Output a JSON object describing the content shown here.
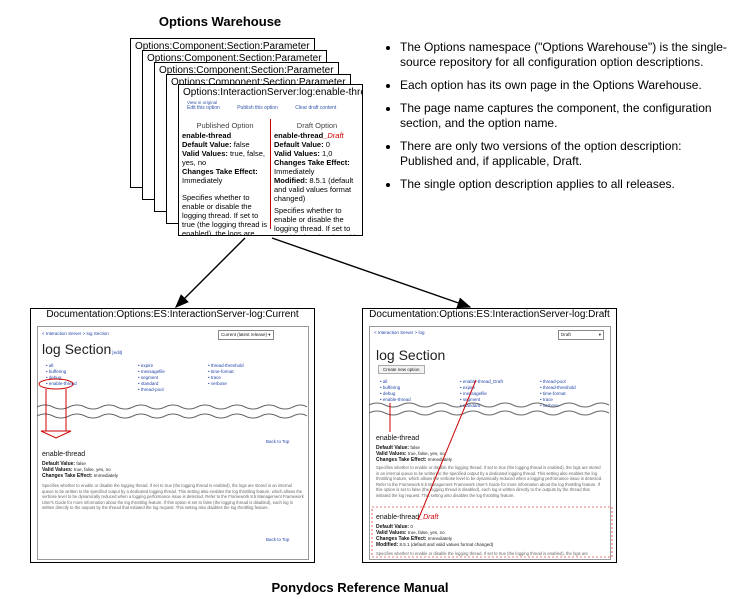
{
  "titles": {
    "top": "Options Warehouse",
    "bottom": "Ponydocs Reference Manual"
  },
  "stack": [
    "Options:Component:Section:Parameter",
    "Options:Component:Section:Parameter",
    "Options:Component:Section:Parameter",
    "Options:Component:Section:Parameter"
  ],
  "main_card": {
    "header": "Options:InteractionServer:log:enable-thread",
    "view_source": "View in original",
    "links": [
      "Edit this option",
      "Publish this option",
      "Clear draft content"
    ],
    "published": {
      "heading": "Published Option",
      "name": "enable-thread",
      "default_label": "Default Value:",
      "default_value": "false",
      "valid_label": "Valid Values:",
      "valid_value": "true, false, yes, no",
      "changes_label": "Changes Take Effect:",
      "changes_value": "Immediately",
      "description": "Specifies whether to enable or disable the logging thread. If set to true (the logging thread is enabled), the logs are stored in an internal queue..."
    },
    "draft": {
      "heading": "Draft Option",
      "name": "enable-thread",
      "draft_tag": "_Draft",
      "default_label": "Default Value:",
      "default_value": "0",
      "valid_label": "Valid Values:",
      "valid_value": "1,0",
      "changes_label": "Changes Take Effect:",
      "changes_value": "Immediately",
      "modified_label": "Modified:",
      "modified_value": "8.5.1 (default and valid values format changed)",
      "description": "Specifies whether to enable or disable the logging thread. If set to true (the logging thread is enabled), the logs are stored in an internal queue..."
    }
  },
  "bullets": [
    "The Options namespace (\"Options Warehouse\") is the single-source repository for all configuration option descriptions.",
    "Each option has its own page in the Options Warehouse.",
    "The page name captures the component, the configuration section, and the option name.",
    "There are only two versions of the option description: Published and, if applicable, Draft.",
    "The single option description applies to all releases."
  ],
  "doc_current": {
    "title": "Documentation:Options:ES:InteractionServer-log:Current",
    "breadcrumb": "< Interaction Server > log Section",
    "dropdown": "Current (latest release)",
    "section_title": "log Section",
    "edit": "[edit]",
    "col1": [
      "all",
      "buffering",
      "debug",
      "enable-thread"
    ],
    "col2": [
      "expire",
      "messagefile",
      "segment",
      "standard",
      "thread-pool"
    ],
    "col3": [
      "thread-threshold",
      "time-format",
      "trace",
      "verbose"
    ],
    "back_to_top": "Back to Top",
    "option_name": "enable-thread",
    "default_label": "Default Value:",
    "default_value": "false",
    "valid_label": "Valid Values:",
    "valid_value": "true, false, yes, no",
    "changes_label": "Changes Take Effect:",
    "changes_value": "Immediately",
    "paragraph": "Specifies whether to enable or disable the logging thread. If set to true (the logging thread is enabled), the logs are stored in an internal queue to be written to the specified output by a dedicated logging thread. This setting also enables the log throttling feature, which allows the verbose level to be dynamically reduced when a logging performance issue is detected. Refer to the Framework 8.5 Management Framework User's Guide for more information about the log throttling feature. If this option is set to false (the logging thread is disabled), each log is written directly to the outputs by the thread that initiated the log request. This setting also disables the log throttling feature."
  },
  "doc_draft": {
    "title": "Documentation:Options:ES:InteractionServer-log:Draft",
    "breadcrumb": "< Interaction Server > log",
    "dropdown": "Draft",
    "section_title": "log Section",
    "create_button": "Create new option",
    "col1": [
      "all",
      "buffering",
      "debug",
      "enable-thread"
    ],
    "col2": [
      "enable-thread_Draft",
      "expire",
      "messagefile",
      "segment",
      "standard"
    ],
    "col3": [
      "thread-pool",
      "thread-threshold",
      "time-format",
      "trace",
      "verbose"
    ],
    "option_name": "enable-thread",
    "default_label": "Default Value:",
    "default_value": "false",
    "valid_label": "Valid Values:",
    "valid_value": "true, false, yes, no",
    "changes_label": "Changes Take Effect:",
    "changes_value": "Immediately",
    "paragraph": "Specifies whether to enable or disable the logging thread. If set to true (the logging thread is enabled), the logs are stored in an internal queue to be written to the specified output by a dedicated logging thread. This setting also enables the log throttling feature, which allows the verbose level to be dynamically reduced when a logging performance issue is detected. Refer to the Framework 8.5 Management Framework User's Guide for more information about the log throttling feature. If this option is set to false (the logging thread is disabled), each log is written directly to the outputs by the thread that initiated the log request. This setting also disables the log throttling feature.",
    "draft_name": "enable-thread",
    "draft_tag": "_Draft",
    "draft_default_label": "Default Value:",
    "draft_default_value": "0",
    "draft_valid_label": "Valid Values:",
    "draft_valid_value": "true, false, yes, no",
    "draft_changes_label": "Changes Take Effect:",
    "draft_changes_value": "Immediately",
    "draft_modified_label": "Modified:",
    "draft_modified_value": "8.5.1 (default and valid values format changed)",
    "draft_tail": "Specifies whether to enable or disable the logging thread. If set to true (the logging thread is enabled), the logs are"
  },
  "colors": {
    "accent_red": "#cc0000",
    "link_blue": "#2244aa"
  }
}
